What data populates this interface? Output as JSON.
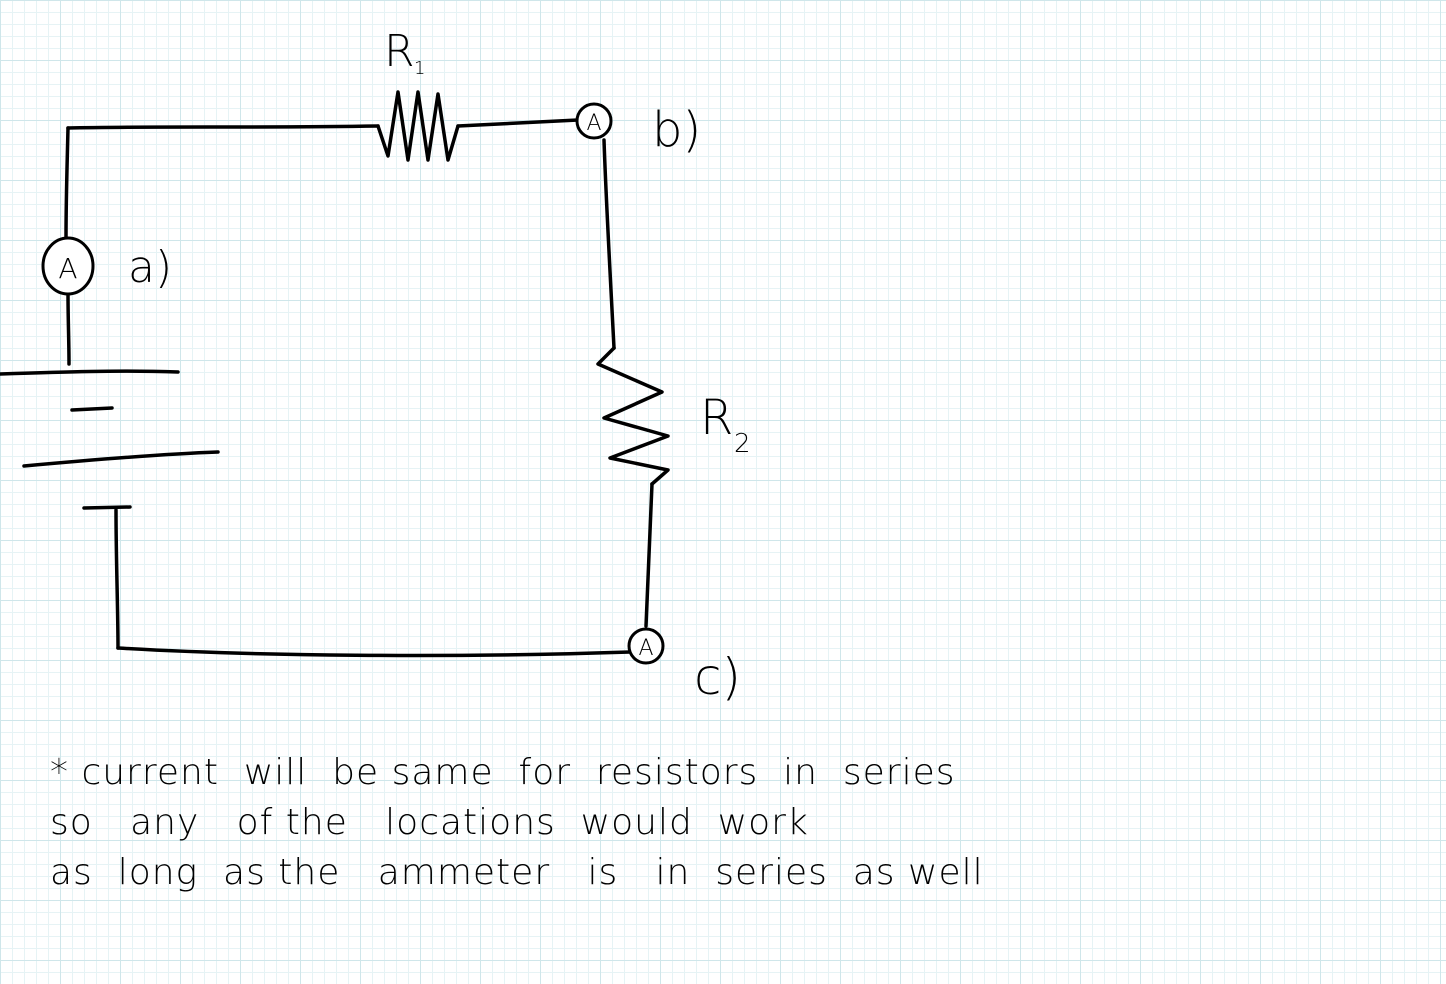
{
  "diagram": {
    "resistor_1_label": "R",
    "resistor_1_sub": "1",
    "resistor_2_label": "R",
    "resistor_2_sub": "2",
    "ammeter_symbol": "A",
    "location_a": "a)",
    "location_b": "b)",
    "location_c": "c)"
  },
  "note": {
    "line1": "* current  will  be same  for  resistors  in  series",
    "line2": "so   any   of the   locations  would  work",
    "line3": "as  long  as the   ammeter   is   in  series  as well"
  }
}
